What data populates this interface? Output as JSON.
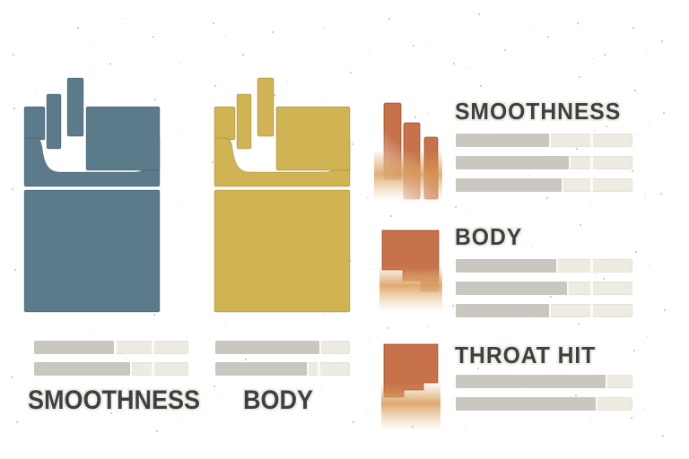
{
  "page": {
    "background": "#ffffff"
  },
  "palette": {
    "blue_pack": "#5b7b8b",
    "yellow_pack": "#d0b352",
    "orange_pack": "#c7724a",
    "sand_fade": "#d89a56",
    "bar_fill": "#c9c7c0",
    "bar_empty": "#edebe2",
    "title_text": "#3a4145",
    "title_outline": "#f2eee3"
  },
  "left_panel": {
    "title": "SMOOTHNESS",
    "pack": "blue-cigarette-pack",
    "bars": [
      {
        "fill_pct": 52
      },
      {
        "fill_pct": 62
      }
    ]
  },
  "middle_panel": {
    "title": "BODY",
    "pack": "yellow-cigarette-pack",
    "bars": [
      {
        "fill_pct": 77
      },
      {
        "fill_pct": 68
      }
    ]
  },
  "right_panel": {
    "pack": "orange-dissolving-pack",
    "sections": [
      {
        "title": "SMOOTHNESS",
        "bars": [
          {
            "fill_pct": 53
          },
          {
            "fill_pct": 64
          },
          {
            "fill_pct": 60
          }
        ]
      },
      {
        "title": "BODY",
        "bars": [
          {
            "fill_pct": 57
          },
          {
            "fill_pct": 63
          },
          {
            "fill_pct": 53
          }
        ]
      },
      {
        "title": "THROAT HIT",
        "bars": [
          {
            "fill_pct": 85
          },
          {
            "fill_pct": 79
          }
        ]
      }
    ]
  },
  "chart_data": {
    "type": "bar",
    "title": "",
    "unit": "estimated % of bar filled",
    "legend_position": "none",
    "grid": false,
    "groups": [
      {
        "pack": "blue",
        "label": "SMOOTHNESS",
        "values": [
          52,
          62
        ]
      },
      {
        "pack": "yellow",
        "label": "BODY",
        "values": [
          77,
          68
        ]
      },
      {
        "pack": "orange",
        "label": "SMOOTHNESS",
        "values": [
          53,
          64,
          60
        ]
      },
      {
        "pack": "orange",
        "label": "BODY",
        "values": [
          57,
          63,
          53
        ]
      },
      {
        "pack": "orange",
        "label": "THROAT HIT",
        "values": [
          85,
          79
        ]
      }
    ]
  }
}
